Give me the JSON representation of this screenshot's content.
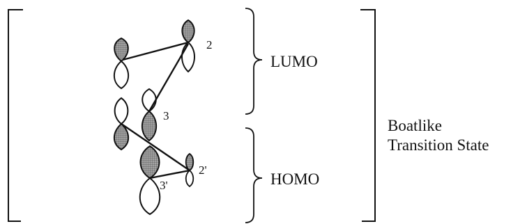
{
  "labels": {
    "atom_2": "2",
    "atom_3": "3",
    "atom_2_prime": "2'",
    "atom_3_prime": "3'",
    "lumo": "LUMO",
    "homo": "HOMO",
    "ts_line1": "Boatlike",
    "ts_line2": "Transition State"
  }
}
